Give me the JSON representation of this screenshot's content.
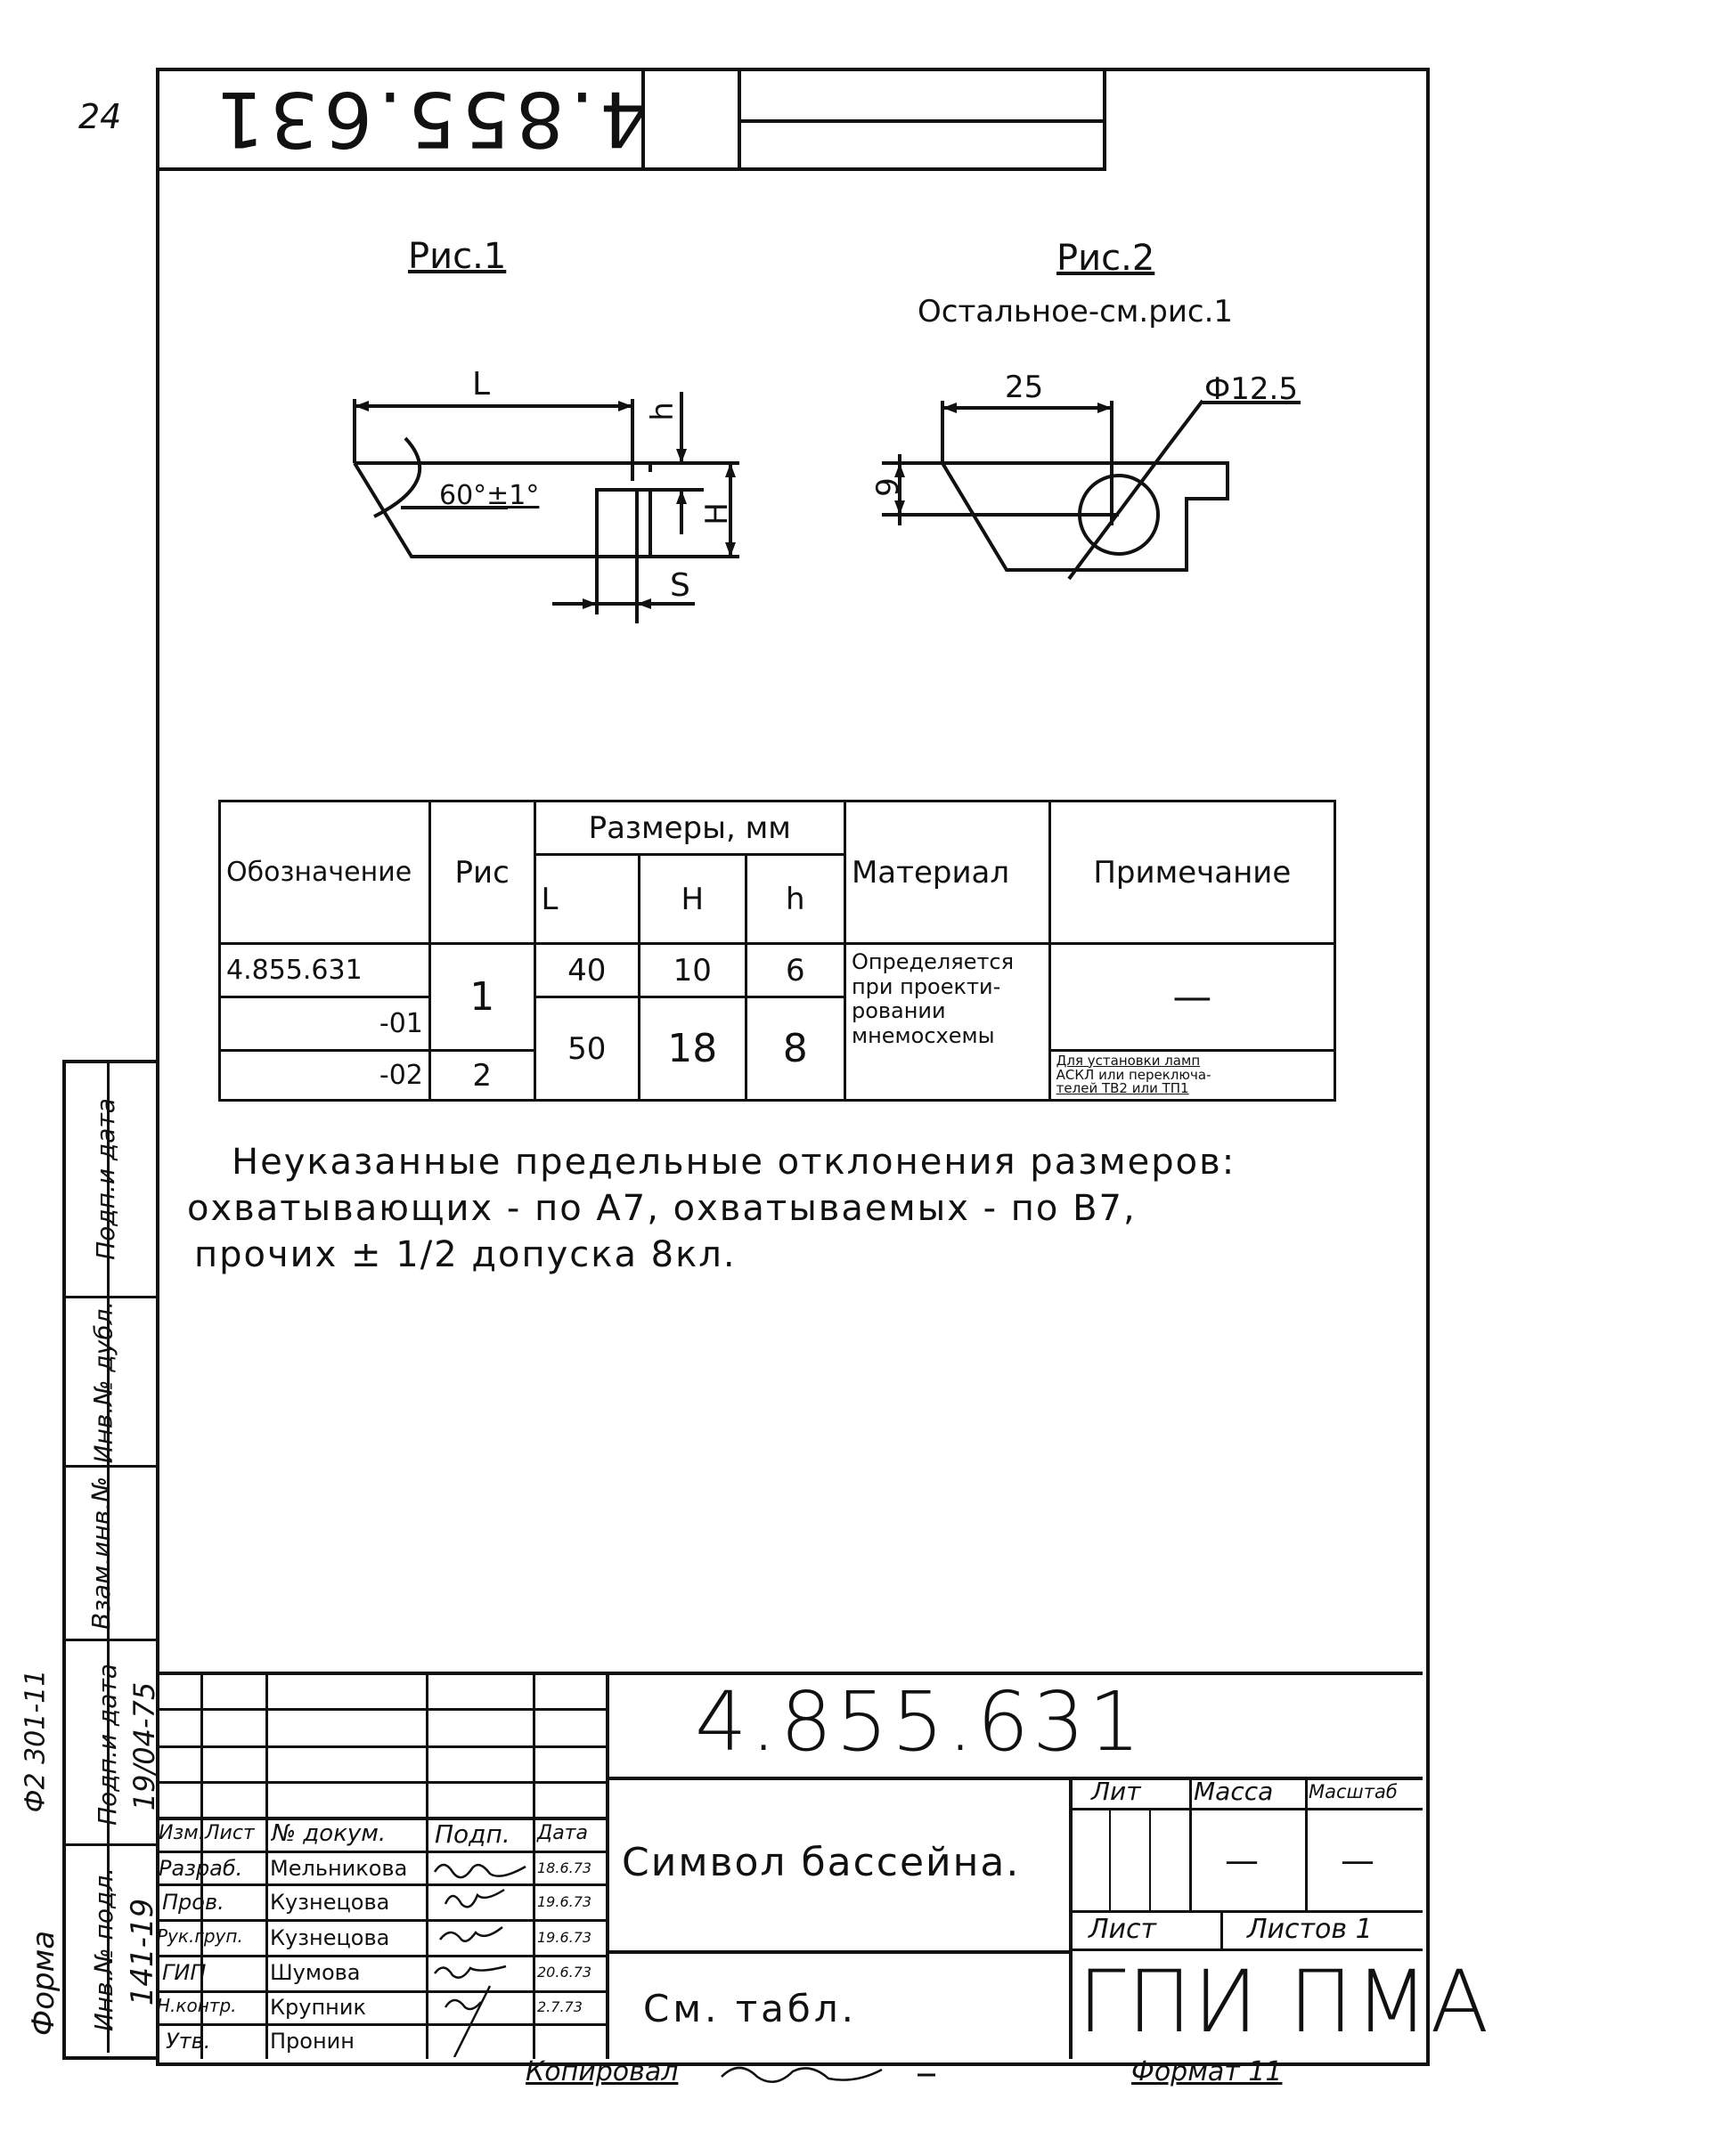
{
  "page_number": "24",
  "top_stamp": {
    "designation_mirrored": "4.855.631"
  },
  "figures": {
    "fig1": {
      "title": "Рис.1",
      "dim_length": "L",
      "dim_h": "h",
      "dim_H": "H",
      "dim_s": "S",
      "angle": "60°±1°"
    },
    "fig2": {
      "title": "Рис.2",
      "subtitle": "Остальное-см.рис.1",
      "dim_25": "25",
      "dim_dia": "Ф12.5",
      "dim_9": "9"
    }
  },
  "spec_table": {
    "headers": {
      "designation": "Обозначение",
      "fig": "Рис",
      "dims_group": "Размеры, мм",
      "L": "L",
      "H": "H",
      "h": "h",
      "material": "Материал",
      "note": "Примечание"
    },
    "rows": [
      {
        "designation": "4.855.631",
        "fig": "1",
        "L": "40",
        "H": "10",
        "h": "6"
      },
      {
        "designation": "-01",
        "fig": "",
        "L": "50",
        "H": "18",
        "h": "8"
      },
      {
        "designation": "-02",
        "fig": "2"
      }
    ],
    "material_text": [
      "Определяется",
      "при проекти-",
      "ровании",
      "мнемосхемы"
    ],
    "note_dash": "—",
    "note_small": [
      "Для установки ламп",
      "АСКЛ или переключа-",
      "телей ТВ2 или ТП1"
    ]
  },
  "notes": {
    "lines": [
      "Неуказанные предельные отклонения размеров:",
      "охватывающих - по А7, охватываемых - по В7,",
      "прочих ± 1/2 допуска 8кл."
    ]
  },
  "left_margin": {
    "labels": [
      "Подп.и дата",
      "Инв.№ дубл.",
      "Взам.инв.№",
      "Подп.и дата",
      "Инв.№ подл."
    ],
    "values": [
      "",
      "",
      "",
      "19/04-75",
      "141-19"
    ],
    "form_label": "Форма",
    "form_code": "Ф2 301-11"
  },
  "title_block": {
    "designation": "4.855.631",
    "name": "Символ бассейна.",
    "material": "См. табл.",
    "col_headers": [
      "Изм.",
      "Лист",
      "№ докум.",
      "Подп.",
      "Дата"
    ],
    "staff": [
      {
        "role": "Разраб.",
        "name": "Мельникова",
        "date": "18.6.73"
      },
      {
        "role": "Пров.",
        "name": "Кузнецова",
        "date": "19.6.73"
      },
      {
        "role": "Рук.груп.",
        "name": "Кузнецова",
        "date": "19.6.73"
      },
      {
        "role": "ГИП",
        "name": "Шумова",
        "date": "20.6.73"
      },
      {
        "role": "Н.контр.",
        "name": "Крупник",
        "date": "2.7.73"
      },
      {
        "role": "Утв.",
        "name": "Пронин",
        "date": ""
      }
    ],
    "lit_label": "Лит",
    "mass_label": "Масса",
    "scale_label": "Масштаб",
    "mass_value": "—",
    "scale_value": "—",
    "sheet_label": "Лист",
    "sheets_label": "Листов 1",
    "org": "ГПИ ПМА"
  },
  "footer": {
    "copied": "Копировал",
    "format": "Формат 11"
  }
}
